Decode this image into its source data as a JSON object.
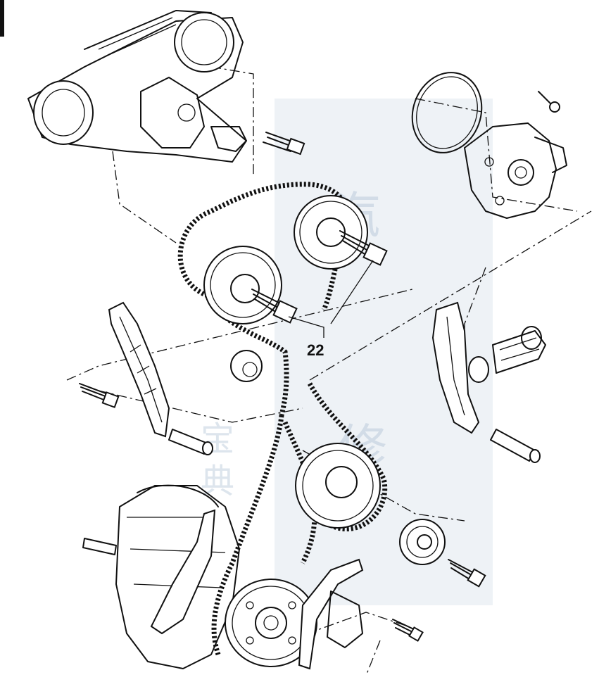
{
  "diagram": {
    "callouts": [
      {
        "id": "22",
        "label": "22"
      }
    ],
    "watermark": {
      "glyph_top": "汽",
      "glyph_mid": "修",
      "glyph_small_1": "宝",
      "glyph_small_2": "典"
    }
  }
}
